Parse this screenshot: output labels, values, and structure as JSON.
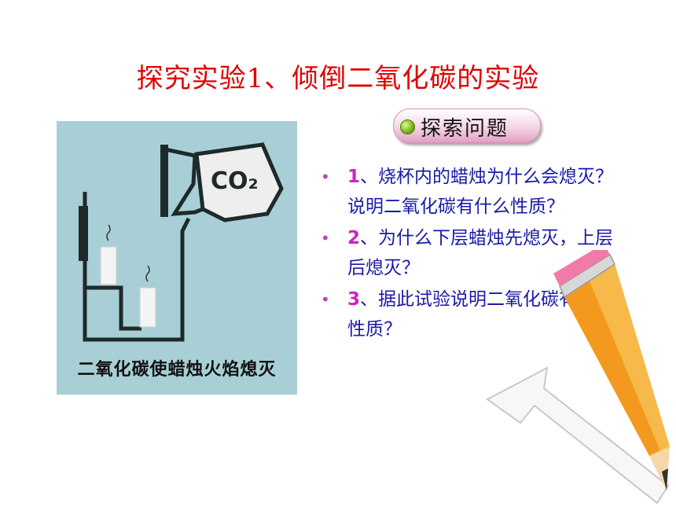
{
  "title": "探究实验1、倾倒二氧化碳的实验",
  "illustration": {
    "label": "CO₂",
    "caption": "二氧化碳使蜡烛火焰熄灭",
    "background_color": "#a9cfd6"
  },
  "section_pill": {
    "label": "探索问题"
  },
  "questions": [
    {
      "number": "1",
      "text": "、烧杯内的蜡烛为什么会熄灭？说明二氧化碳有什么性质？"
    },
    {
      "number": "2",
      "text": "、为什么下层蜡烛先熄灭，上层后熄灭？"
    },
    {
      "number": "3",
      "text": "、据此试验说明二氧化碳有什么性质？"
    }
  ],
  "colors": {
    "title": "#e00000",
    "question_text": "#1a1aa8",
    "question_number": "#d020c0"
  }
}
